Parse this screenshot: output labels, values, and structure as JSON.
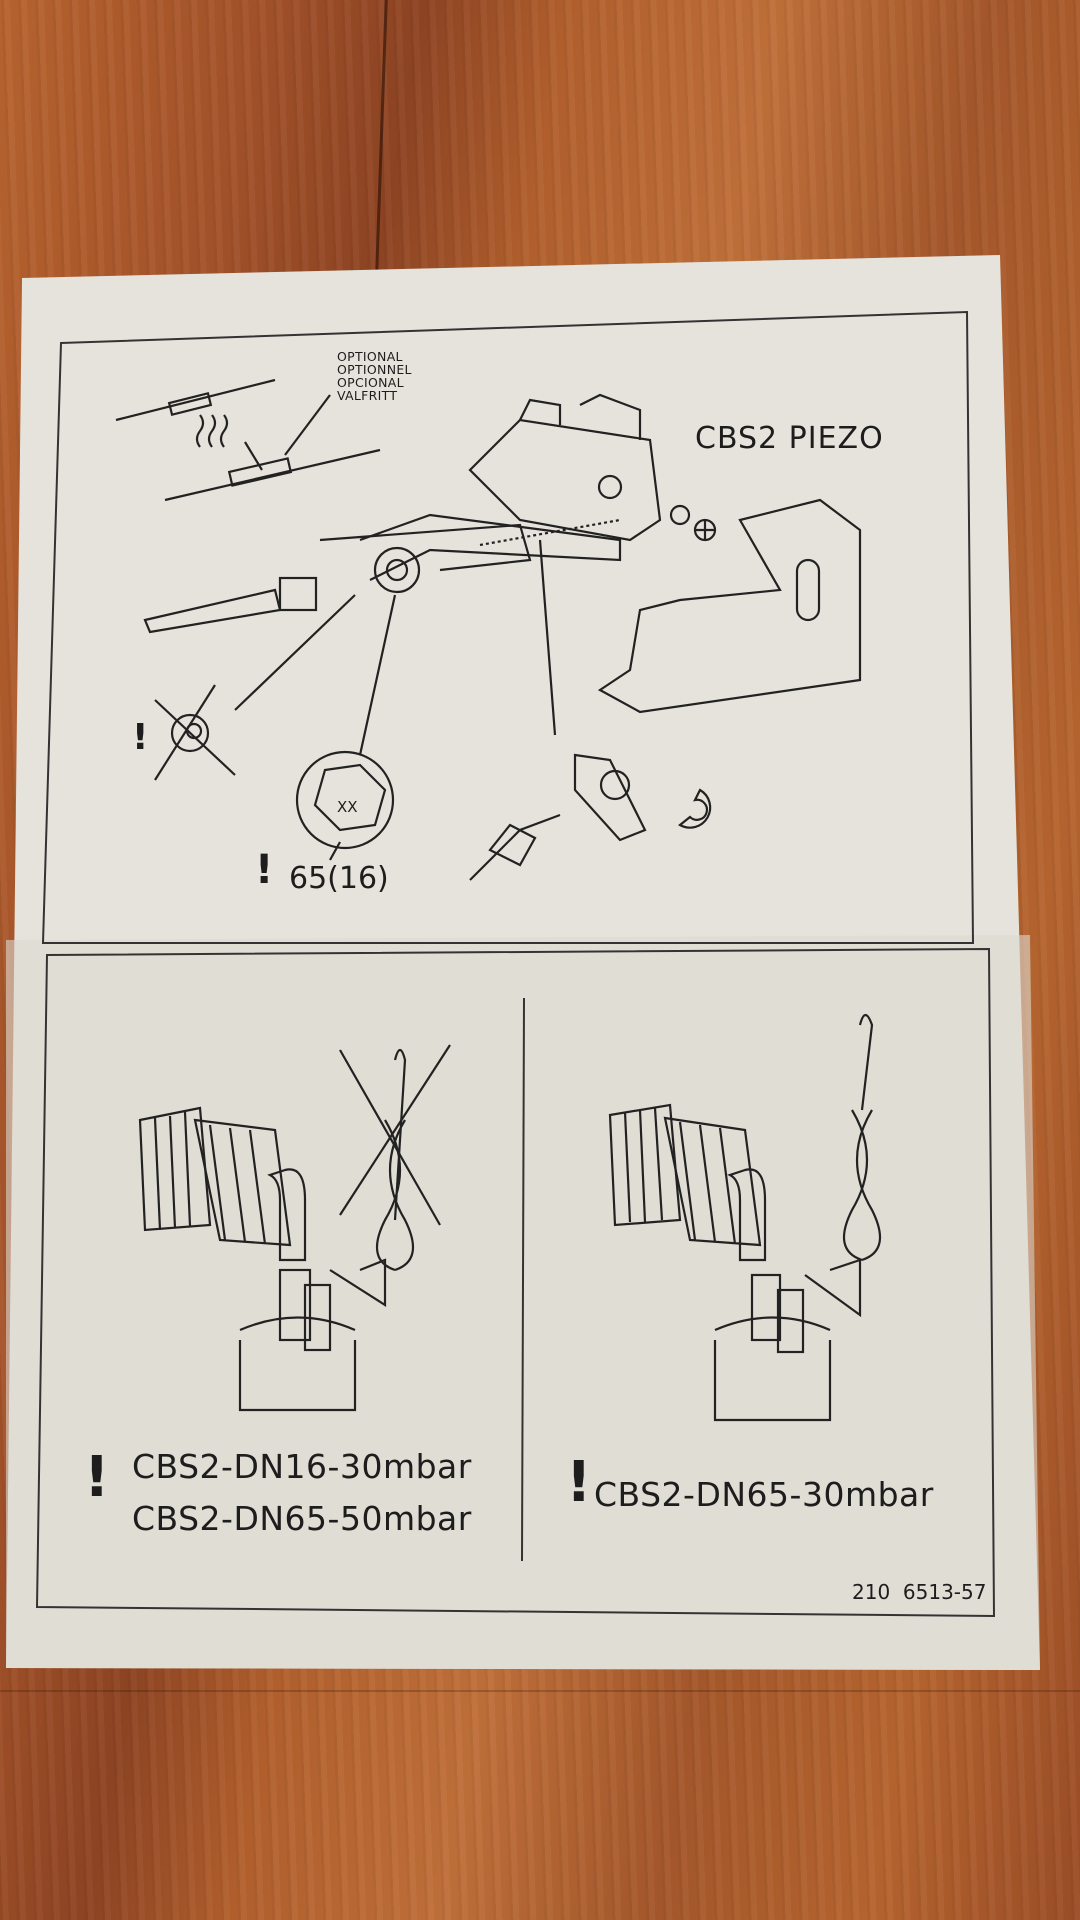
{
  "diagram": {
    "title": "CBS2 PIEZO",
    "optional_labels": [
      "OPTIONAL",
      "OPTIONNEL",
      "OPCIONAL",
      "VALFRITT"
    ],
    "warning_mark": "!",
    "nut_marking": "XX",
    "torque_label": "65(16)"
  },
  "lower_left": {
    "models": [
      "CBS2-DN16-30mbar",
      "CBS2-DN65-50mbar"
    ]
  },
  "lower_right": {
    "models": [
      "CBS2-DN65-30mbar"
    ]
  },
  "document_number": "210  6513-57"
}
